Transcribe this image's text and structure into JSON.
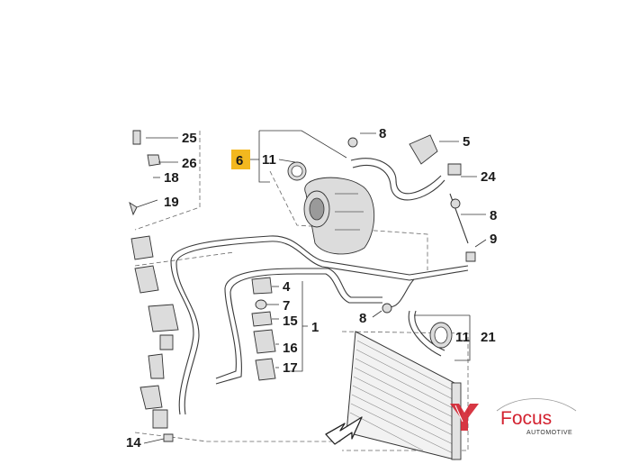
{
  "callouts": [
    {
      "id": "c25",
      "label": "25"
    },
    {
      "id": "c26",
      "label": "26"
    },
    {
      "id": "c18",
      "label": "18"
    },
    {
      "id": "c19",
      "label": "19"
    },
    {
      "id": "c6",
      "label": "6"
    },
    {
      "id": "c11a",
      "label": "11"
    },
    {
      "id": "c8a",
      "label": "8"
    },
    {
      "id": "c5",
      "label": "5"
    },
    {
      "id": "c24",
      "label": "24"
    },
    {
      "id": "c8b",
      "label": "8"
    },
    {
      "id": "c9",
      "label": "9"
    },
    {
      "id": "c4",
      "label": "4"
    },
    {
      "id": "c7",
      "label": "7"
    },
    {
      "id": "c15",
      "label": "15"
    },
    {
      "id": "c1",
      "label": "1"
    },
    {
      "id": "c16",
      "label": "16"
    },
    {
      "id": "c17",
      "label": "17"
    },
    {
      "id": "c8c",
      "label": "8"
    },
    {
      "id": "c11b",
      "label": "11"
    },
    {
      "id": "c21",
      "label": "21"
    },
    {
      "id": "c14",
      "label": "14"
    }
  ],
  "highlighted_callout": "6",
  "colors": {
    "highlight": "#f3b81f",
    "logo_red": "#d3212f",
    "ink": "#1a1a1a"
  },
  "logo": {
    "brand": "Focus",
    "sub": "AUTOMOTIVE"
  }
}
